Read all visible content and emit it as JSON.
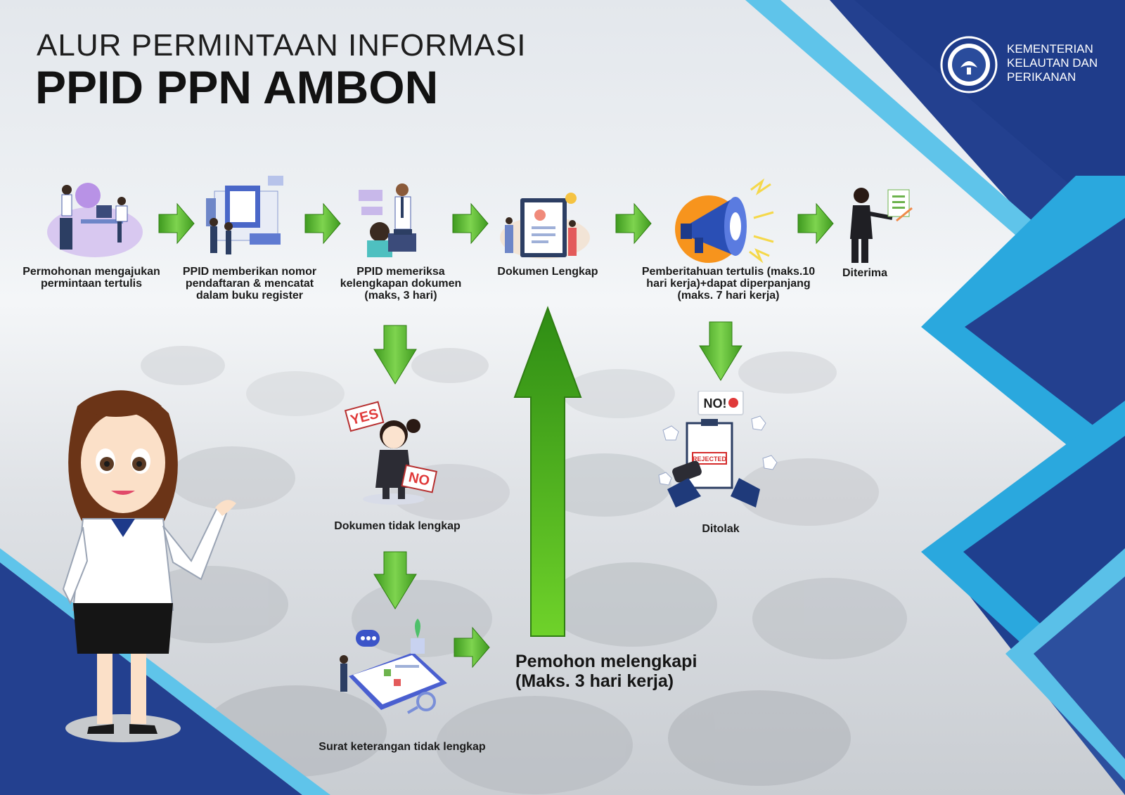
{
  "header": {
    "title_line1": "ALUR PERMINTAAN INFORMASI",
    "title_line2": "PPID PPN AMBON"
  },
  "logo": {
    "icon": "kkp-emblem-icon",
    "line1": "KEMENTERIAN",
    "line2": "KELAUTAN DAN",
    "line3": "PERIKANAN"
  },
  "steps": [
    {
      "label_lines": [
        "Permohonan mengajukan",
        "permintaan tertulis"
      ],
      "icon": "office-workers-icon"
    },
    {
      "label_lines": [
        "PPID memberikan nomor",
        "pendaftaran & mencatat",
        "dalam buku register"
      ],
      "icon": "registration-icon"
    },
    {
      "label_lines": [
        "PPID memeriksa",
        "kelengkapan dokumen",
        "(maks, 3 hari)"
      ],
      "icon": "document-check-icon"
    },
    {
      "label_lines": [
        "Dokumen Lengkap"
      ],
      "icon": "complete-document-icon"
    },
    {
      "label_lines": [
        "Pemberitahuan tertulis (maks.10",
        "hari kerja)+dapat diperpanjang",
        "(maks. 7 hari kerja)"
      ],
      "icon": "megaphone-icon"
    },
    {
      "label_lines": [
        "Diterima"
      ],
      "icon": "accepted-woman-icon"
    }
  ],
  "branches": {
    "incomplete": {
      "label": "Dokumen tidak lengkap",
      "icon": "yes-no-girl-icon",
      "sign_yes": "YES",
      "sign_no": "NO"
    },
    "letter": {
      "label": "Surat keterangan tidak lengkap",
      "icon": "checklist-clipboard-icon"
    },
    "applicant_line1": "Pemohon melengkapi",
    "applicant_line2": "(Maks. 3 hari kerja)",
    "rejected": {
      "label": "Ditolak",
      "icon": "rejected-stamp-icon",
      "bubble": "NO!",
      "stamp": "REJECTED"
    }
  },
  "colors": {
    "arrow_green": "#4fae2c",
    "dark_blue": "#23408f",
    "light_blue": "#2aa8de",
    "megaphone_orange": "#f7941d"
  }
}
